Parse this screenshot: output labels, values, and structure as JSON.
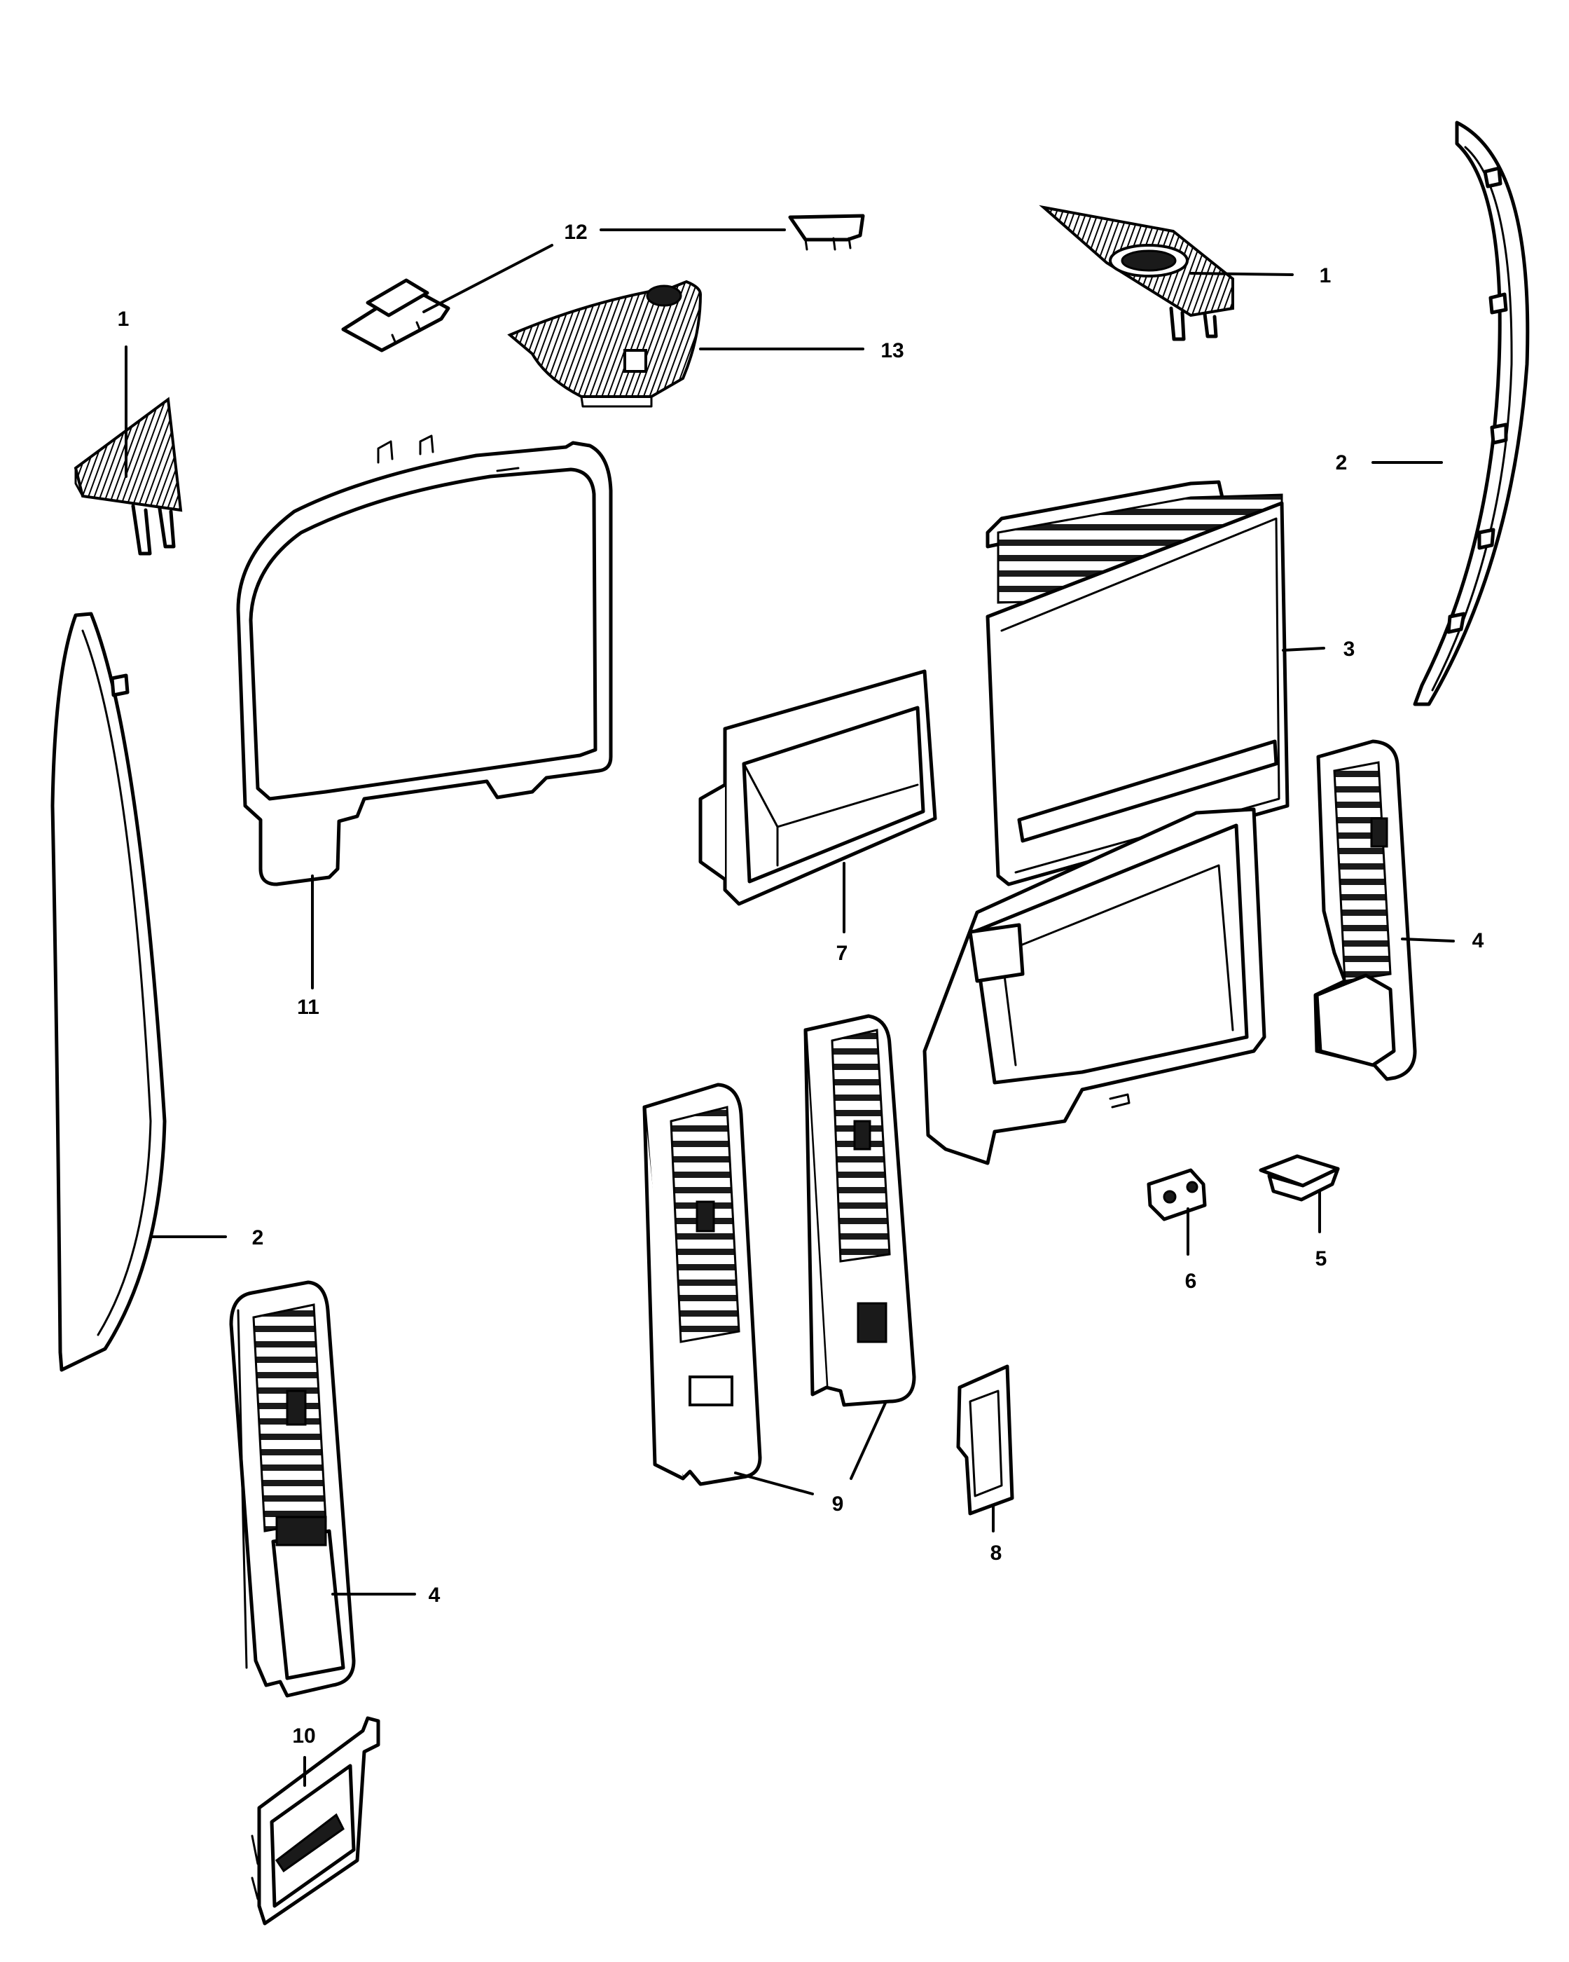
{
  "callouts": [
    {
      "id": "1a",
      "label": "1"
    },
    {
      "id": "1b",
      "label": "1"
    },
    {
      "id": "2a",
      "label": "2"
    },
    {
      "id": "2b",
      "label": "2"
    },
    {
      "id": "3",
      "label": "3"
    },
    {
      "id": "4a",
      "label": "4"
    },
    {
      "id": "4b",
      "label": "4"
    },
    {
      "id": "5",
      "label": "5"
    },
    {
      "id": "6",
      "label": "6"
    },
    {
      "id": "7",
      "label": "7"
    },
    {
      "id": "8",
      "label": "8"
    },
    {
      "id": "9",
      "label": "9"
    },
    {
      "id": "10",
      "label": "10"
    },
    {
      "id": "11",
      "label": "11"
    },
    {
      "id": "12",
      "label": "12"
    },
    {
      "id": "13",
      "label": "13"
    }
  ]
}
